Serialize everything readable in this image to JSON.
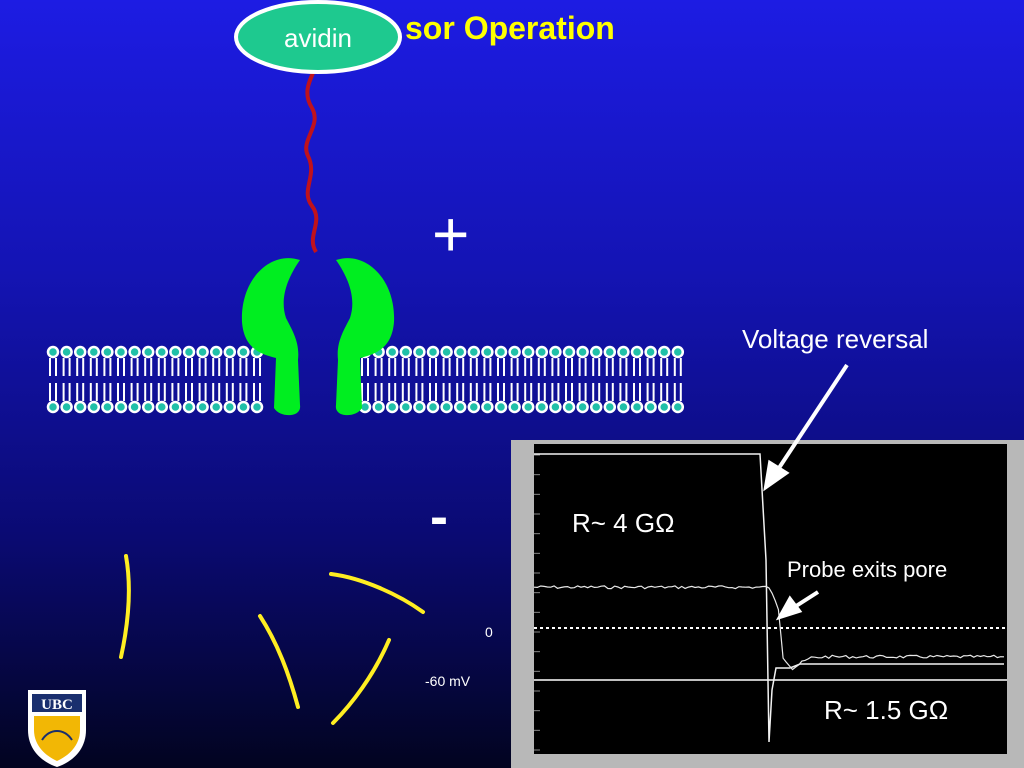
{
  "slide": {
    "title_visible": "sor Operation",
    "avidin_label": "avidin",
    "plus_sign": "+",
    "minus_sign": "-",
    "voltage_reversal": "Voltage reversal",
    "probe_exits": "Probe exits pore",
    "resistance_high": "R~ 4 GΩ",
    "resistance_low": "R~ 1.5 GΩ",
    "zero_level": "0",
    "neg_level": "-60  mV",
    "logo_text": "UBC"
  },
  "colors": {
    "title": "#ffff00",
    "avidin_fill": "#1ec98f",
    "tether": "#c0121c",
    "pore": "#00ee20",
    "lipid_head": "#20c0a8",
    "strand": "#ffee22",
    "trace": "#f2f2f2",
    "panel": "#000000"
  },
  "icons": [
    "avidin-oval",
    "pore-protein",
    "lipid-bilayer",
    "dna-strand",
    "arrow",
    "ubc-crest-icon"
  ],
  "chart_data": {
    "type": "line",
    "series": [
      {
        "name": "",
        "x": [
          0,
          0.25,
          0.45,
          0.48,
          0.5,
          0.52,
          0.53,
          0.55,
          0.57,
          0.59,
          0.62,
          0.7,
          0.8,
          0.9,
          1.0
        ],
        "y": [
          0.85,
          0.85,
          0.85,
          0.85,
          0.85,
          0.4,
          -0.6,
          -0.85,
          -0.72,
          -0.62,
          -0.6,
          -0.6,
          -0.6,
          -0.6,
          -0.6
        ]
      }
    ],
    "reference_levels": [
      0,
      -0.65
    ],
    "y_tick_count": 16
  }
}
